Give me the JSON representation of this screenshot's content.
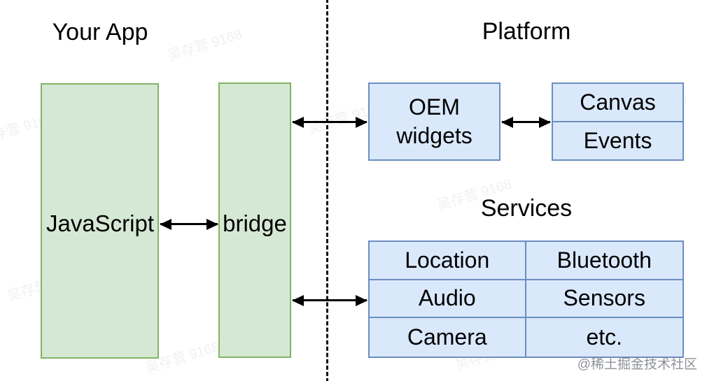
{
  "left_panel": {
    "title": "Your App",
    "javascript_box": {
      "label": "JavaScript"
    },
    "bridge_box": {
      "label": "bridge"
    }
  },
  "right_panel": {
    "title": "Platform",
    "oem_box": {
      "label": "OEM widgets"
    },
    "canvas_events_box": {
      "cells": [
        "Canvas",
        "Events"
      ]
    },
    "services": {
      "title": "Services",
      "cells": [
        "Location",
        "Bluetooth",
        "Audio",
        "Sensors",
        "Camera",
        "etc."
      ]
    }
  },
  "watermark": {
    "text": "吴存营 9168"
  },
  "credit": {
    "text": "@稀土掘金技术社区"
  },
  "colors": {
    "green_fill": "#d5e8d4",
    "green_border": "#82b366",
    "blue_fill": "#dae8fc",
    "blue_border": "#6c8ebf"
  }
}
